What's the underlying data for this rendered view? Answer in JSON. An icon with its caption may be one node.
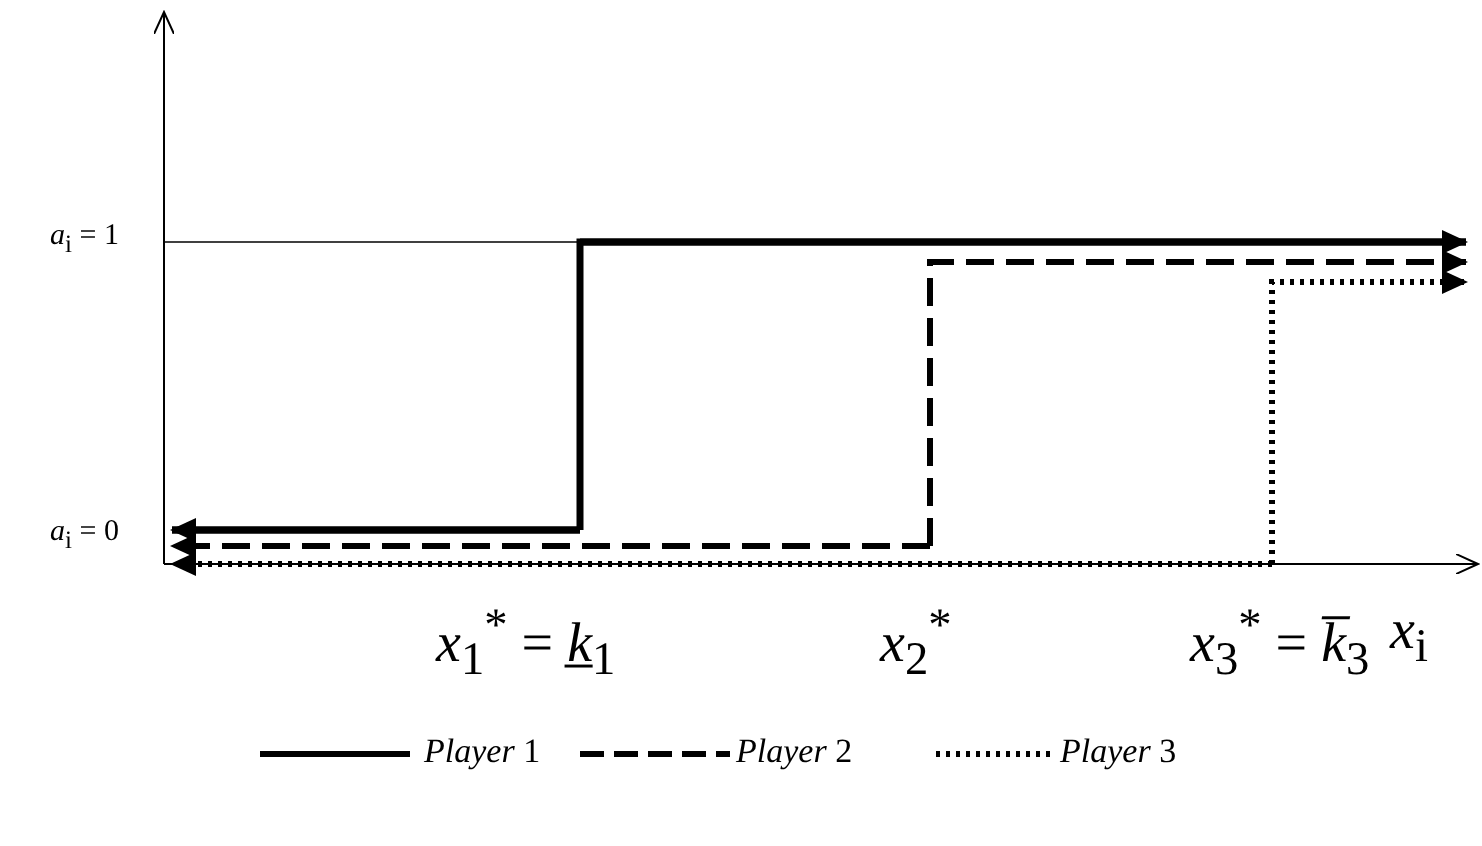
{
  "diagram": {
    "labels": [
      "*a*$_{i}$ = 1",
      "*a*$_{i}$ = 0",
      "*x*$_{1}$$^{*}$ = *k̲*$_{1}$",
      "*x*$_{2}$$^{*}$",
      "*x*$_{3}$$^{*}$ = *k̅*$_{3}$",
      "*x*$_{i}$"
    ],
    "legend": [
      {
        "text": "*Player* 1"
      },
      {
        "text": "*Player* 2"
      },
      {
        "text": "*Player* 3"
      }
    ]
  }
}
